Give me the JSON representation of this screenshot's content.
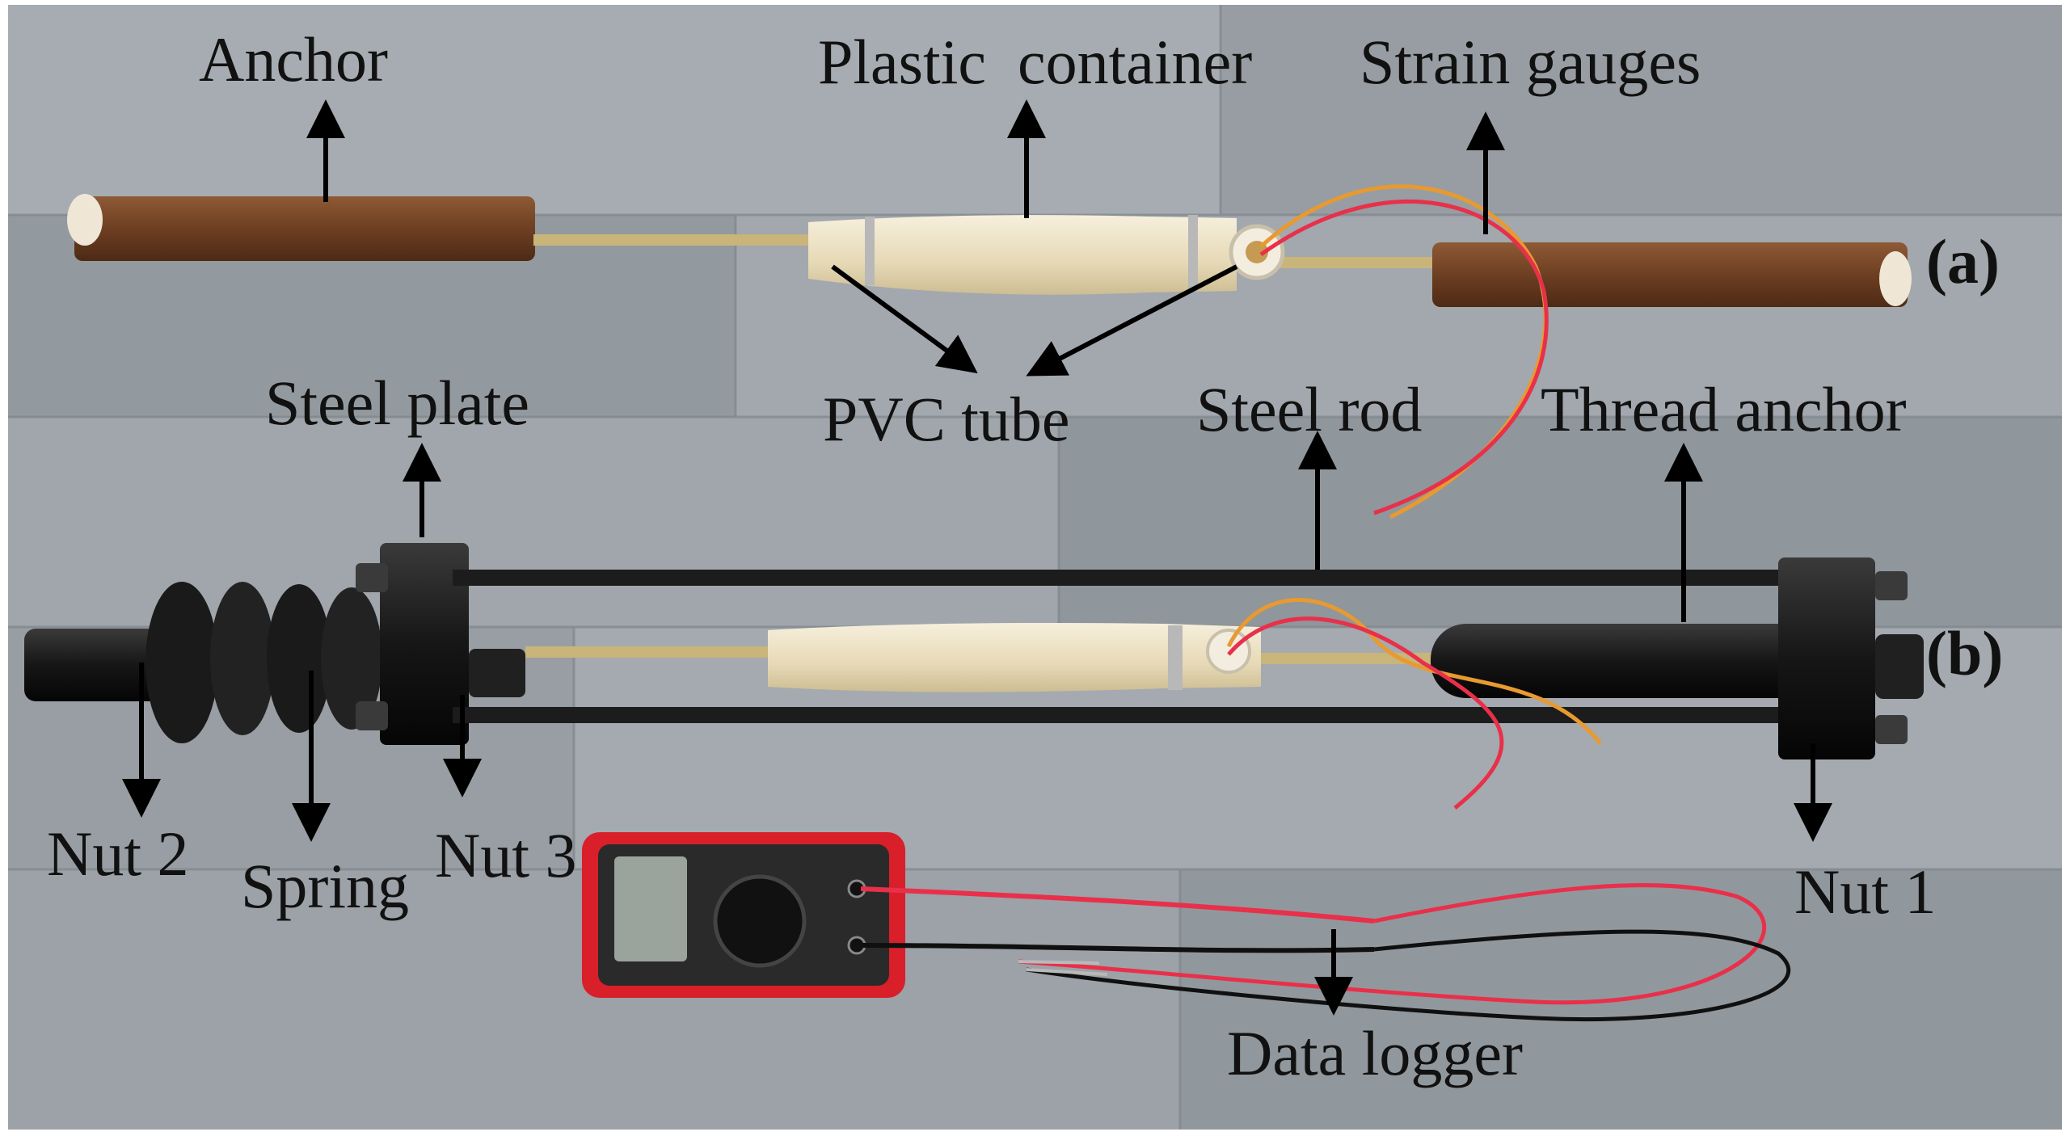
{
  "figure": {
    "panel_labels": {
      "a": "(a)",
      "b": "(b)"
    },
    "labels": {
      "anchor": "Anchor",
      "plastic_container": "Plastic  container",
      "strain_gauges": "Strain gauges",
      "pvc_tube": "PVC tube",
      "steel_plate": "Steel plate",
      "steel_rod": "Steel rod",
      "thread_anchor": "Thread anchor",
      "nut_1": "Nut 1",
      "nut_2": "Nut 2",
      "nut_3": "Nut 3",
      "spring": "Spring",
      "data_logger": "Data logger"
    },
    "colors": {
      "floor": "#8f969d",
      "floor_plank": "#a3a9ae",
      "rust_pipe": "#7a4a2a",
      "plastic": "#ebe1c6",
      "steel": "#1c1c1c",
      "rod": "#c9b47a",
      "wire_red": "#e8304a",
      "wire_orange": "#e89a30",
      "multimeter_red": "#d81f2a",
      "arrow": "#000000"
    }
  }
}
